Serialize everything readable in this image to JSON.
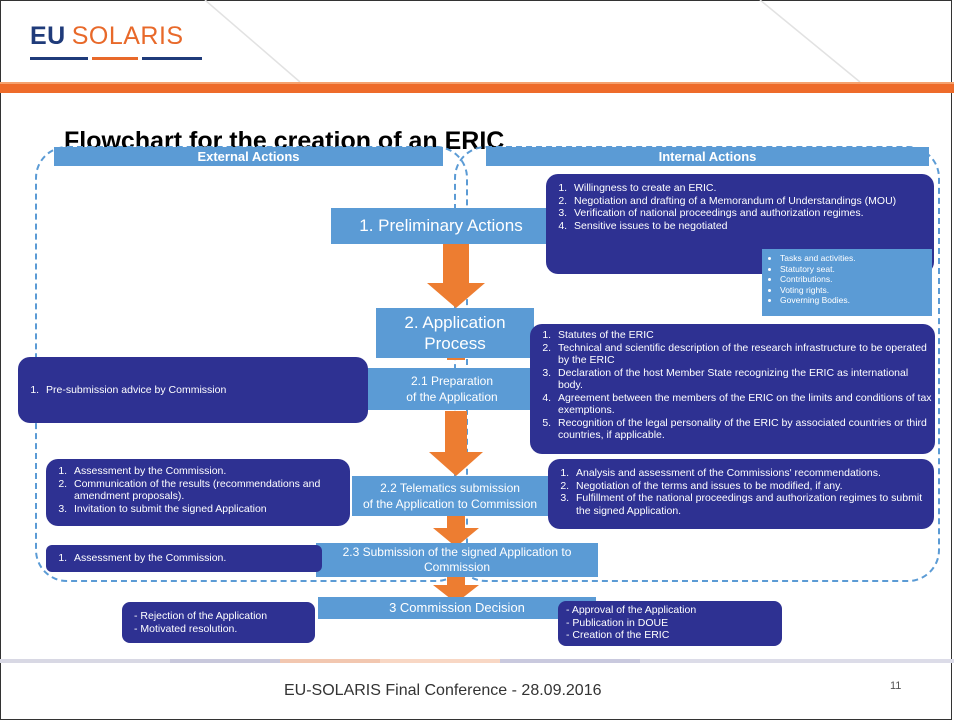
{
  "logo": {
    "part1": "EU",
    "part2": "SOLARIS"
  },
  "title": "Flowchart for the creation of an ERIC",
  "columns": {
    "external": "External Actions",
    "internal": "Internal Actions"
  },
  "steps": {
    "preliminary": "1. Preliminary Actions",
    "application_line1": "2. Application",
    "application_line2": "Process",
    "preparation_line1": "2.1 Preparation",
    "preparation_line2": "of the Application",
    "telematics_line1": "2.2 Telematics submission",
    "telematics_line2": "of the Application to Commission",
    "signed_line1": "2.3 Submission of the signed Application to",
    "signed_line2": "Commission",
    "decision": "3 Commission Decision"
  },
  "internal_preliminary": [
    "Willingness to create an ERIC.",
    "Negotiation and drafting of a Memorandum of Understandings (MOU)",
    "Verification of national proceedings and authorization regimes.",
    "Sensitive issues to be negotiated"
  ],
  "sensitive_issues": [
    "Tasks and activities.",
    "Statutory seat.",
    "Contributions.",
    "Voting rights.",
    "Governing Bodies."
  ],
  "external_preparation": [
    "Pre-submission advice by Commission"
  ],
  "internal_preparation": [
    "Statutes of the ERIC",
    "Technical and scientific description of the research infrastructure to be operated by the ERIC",
    "Declaration of the host Member State recognizing the ERIC as international body.",
    "Agreement between the members of the ERIC on the limits and conditions of tax exemptions.",
    "Recognition of the legal personality of the ERIC by associated countries or third countries, if applicable."
  ],
  "external_telematics": [
    "Assessment by the Commission.",
    "Communication of the results (recommendations and amendment proposals).",
    "Invitation to submit the signed Application"
  ],
  "internal_telematics": [
    "Analysis and assessment of  the Commissions' recommendations.",
    "Negotiation of the terms and issues to be modified, if any.",
    "Fulfillment of the national proceedings and authorization regimes to submit the signed Application."
  ],
  "external_signed": [
    "Assessment by the Commission."
  ],
  "decision_negative": [
    "- Rejection of the Application",
    "- Motivated resolution."
  ],
  "decision_positive": [
    "- Approval of the Application",
    "- Publication in DOUE",
    "- Creation of the ERIC"
  ],
  "footer": "EU-SOLARIS Final Conference  - 28.09.2016",
  "page_number": "11",
  "colors": {
    "navy": "#2e3192",
    "blue": "#5b9bd5",
    "orange": "#ee6b2a",
    "brand_blue": "#1f3b7a"
  }
}
